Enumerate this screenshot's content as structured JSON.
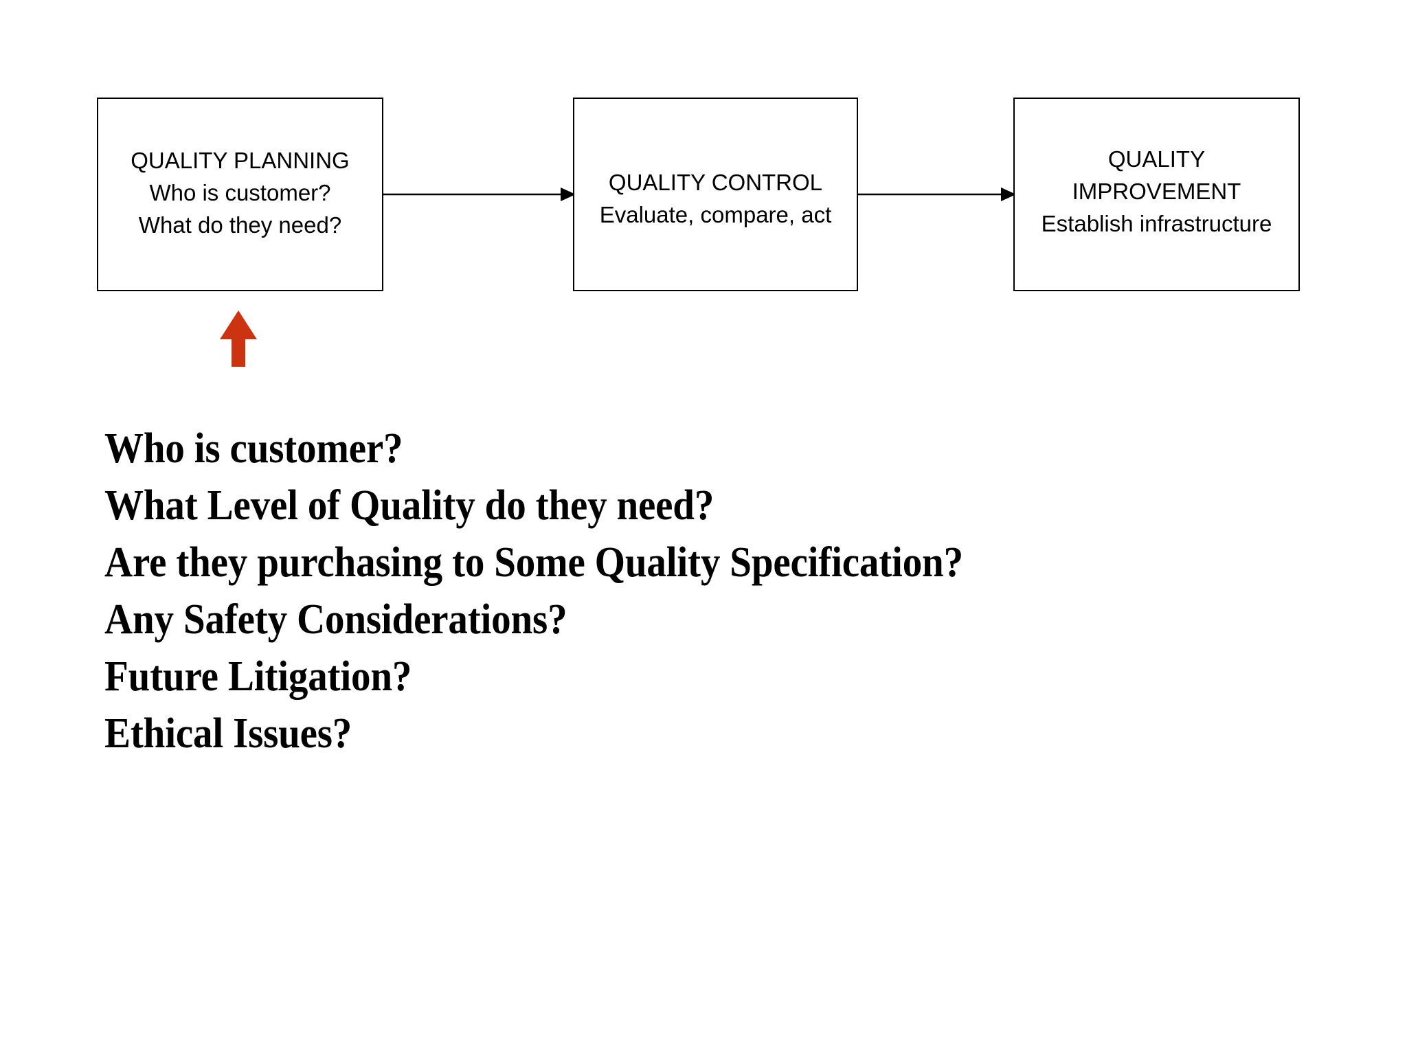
{
  "slide": {
    "background_color": "#ffffff",
    "text_color": "#000000"
  },
  "diagram": {
    "type": "flow",
    "accent_color": "#cc3310",
    "box_border_color": "#000000",
    "boxes": [
      {
        "id": "quality-planning",
        "lines": [
          "QUALITY PLANNING",
          "Who is customer?",
          "What do they need?"
        ]
      },
      {
        "id": "quality-control",
        "lines": [
          "QUALITY CONTROL",
          "Evaluate, compare, act"
        ]
      },
      {
        "id": "quality-improvement",
        "lines": [
          "QUALITY",
          "IMPROVEMENT",
          "Establish infrastructure"
        ]
      }
    ],
    "connectors": [
      {
        "id": "planning-to-control",
        "from": "quality-planning",
        "to": "quality-control",
        "direction": "right"
      },
      {
        "id": "control-to-improvement",
        "from": "quality-control",
        "to": "quality-improvement",
        "direction": "right"
      }
    ],
    "callout_arrow": {
      "id": "red-up-arrow",
      "direction": "up",
      "points_to": "quality-planning",
      "color": "#cc3310"
    }
  },
  "questions": {
    "items": [
      "Who is customer?",
      "What Level of Quality do they need?",
      "Are they purchasing to Some Quality Specification?",
      "Any Safety Considerations?",
      "Future Litigation?",
      "Ethical Issues?"
    ]
  }
}
